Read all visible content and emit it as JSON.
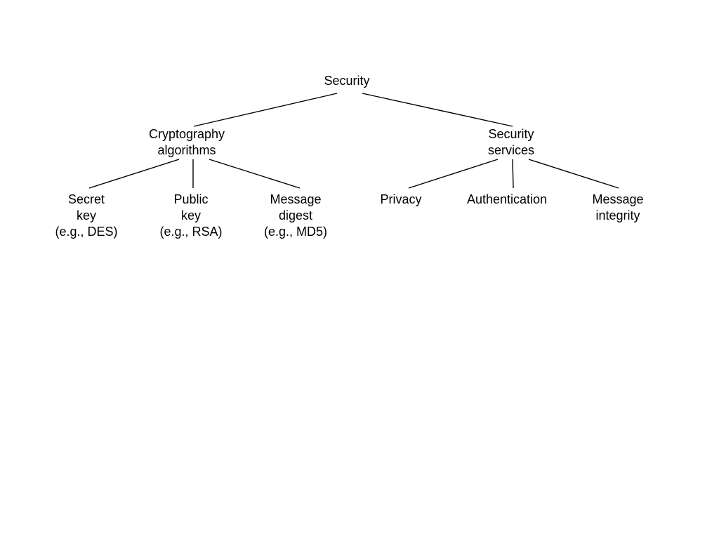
{
  "colors": {
    "background": "#ffffff",
    "text": "#000000",
    "edge": "#000000"
  },
  "tree": {
    "root": {
      "label": "Security"
    },
    "cryptography": {
      "line1": "Cryptography",
      "line2": "algorithms"
    },
    "services": {
      "line1": "Security",
      "line2": "services"
    },
    "secret_key": {
      "line1": "Secret",
      "line2": "key",
      "line3": "(e.g., DES)"
    },
    "public_key": {
      "line1": "Public",
      "line2": "key",
      "line3": "(e.g., RSA)"
    },
    "message_digest": {
      "line1": "Message",
      "line2": "digest",
      "line3": "(e.g., MD5)"
    },
    "privacy": {
      "label": "Privacy"
    },
    "authentication": {
      "label": "Authentication"
    },
    "message_integrity": {
      "line1": "Message",
      "line2": "integrity"
    }
  }
}
